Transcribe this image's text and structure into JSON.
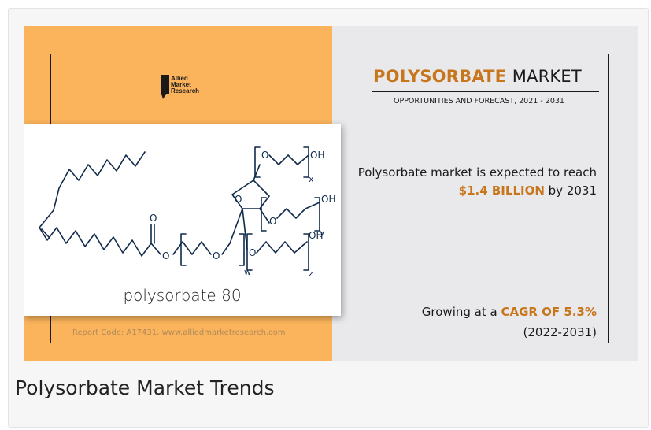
{
  "infographic": {
    "logo": {
      "line1": "Allied",
      "line2": "Market",
      "line3": "Research"
    },
    "title_accent": "POLYSORBATE",
    "title_rest": "MARKET",
    "subtitle": "OPPORTUNITIES AND FORECAST, 2021 - 2031",
    "value_prefix": "Polysorbate market is expected to reach ",
    "value_highlight": "$1.4 BILLION",
    "value_suffix": " by 2031",
    "cagr_prefix": "Growing at a ",
    "cagr_highlight": "CAGR OF 5.3%",
    "cagr_period": "(2022-2031)",
    "molecule_caption": "polysorbate 80",
    "molecule_labels": {
      "o": "O",
      "oh": "OH",
      "x": "x",
      "y": "y",
      "z": "z",
      "w": "w"
    },
    "report_code": "Report Code: A17431, www.alliedmarketresearch.com",
    "colors": {
      "orange_panel": "#fbb45c",
      "accent": "#c8761c",
      "gray_panel": "#e9e9ec"
    }
  },
  "caption": "Polysorbate Market Trends"
}
